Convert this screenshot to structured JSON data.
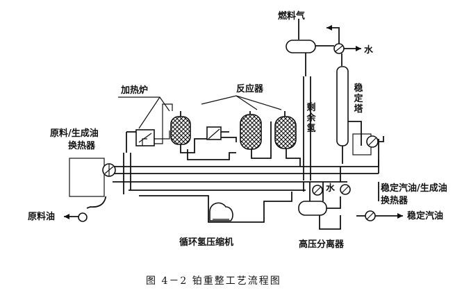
{
  "labels": {
    "fuel_gas": "燃料气",
    "water_top": "水",
    "furnace": "加热炉",
    "reactor": "反应器",
    "stabilizer": "稳定塔",
    "residual_hydrogen": "剩余氢",
    "feed_exchanger_line1": "原料/生成油",
    "feed_exchanger_line2": "换热器",
    "stab_exchanger_line1": "稳定汽油/生成油",
    "stab_exchanger_line2": "换热器",
    "water_mid": "水",
    "feed_oil": "原料油",
    "stable_gasoline": "稳定汽油",
    "recycle_compressor": "循环氢压缩机",
    "hp_separator": "高压分离器"
  },
  "caption": "图 4－2   铂重整工艺流程图"
}
